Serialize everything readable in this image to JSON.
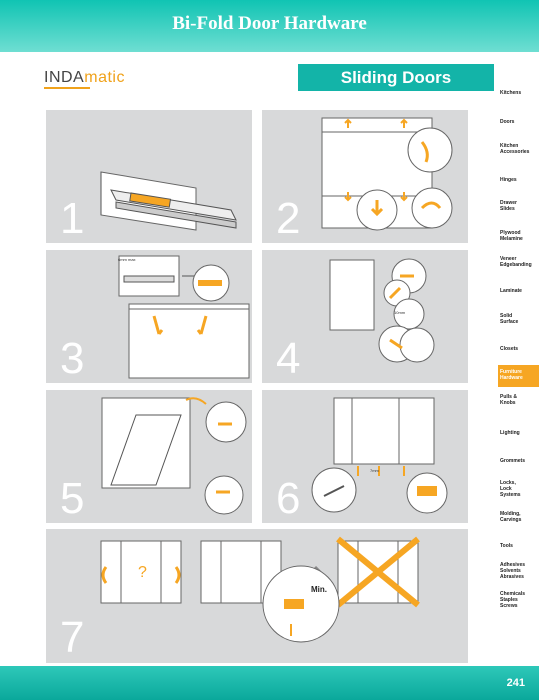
{
  "header": {
    "title": "Bi-Fold Door Hardware"
  },
  "logo": {
    "part1": "INDA",
    "part2": "matic"
  },
  "section": {
    "title": "Sliding Doors"
  },
  "sidebar": {
    "items": [
      {
        "label": "Kitchens"
      },
      {
        "label": "Doors"
      },
      {
        "label": "Kitchen Accessories"
      },
      {
        "label": "Hinges"
      },
      {
        "label": "Drawer Slides"
      },
      {
        "label": "Plywood Melamine"
      },
      {
        "label": "Veneer Edgebanding"
      },
      {
        "label": "Laminate"
      },
      {
        "label": "Solid Surface"
      },
      {
        "label": "Closets"
      },
      {
        "label": "Furniture Hardware"
      },
      {
        "label": "Pulls & Knobs"
      },
      {
        "label": "Lighting"
      },
      {
        "label": "Grommets"
      },
      {
        "label": "Locks, Lock Systems"
      },
      {
        "label": "Molding, Carvings"
      },
      {
        "label": "Tools"
      },
      {
        "label": "Adhesives Solvents Abrasives"
      },
      {
        "label": "Chemicals Staples Screws"
      }
    ],
    "active_index": 10
  },
  "steps": [
    {
      "number": "1"
    },
    {
      "number": "2"
    },
    {
      "number": "3",
      "note": "6mm max"
    },
    {
      "number": "4",
      "note": "10mm"
    },
    {
      "number": "5"
    },
    {
      "number": "6",
      "note": "7mm"
    },
    {
      "number": "7",
      "note": "Min."
    }
  ],
  "footer": {
    "page_number": "241"
  },
  "colors": {
    "teal": "#13b4a8",
    "orange": "#f6a623",
    "panel": "#d8d9da"
  }
}
